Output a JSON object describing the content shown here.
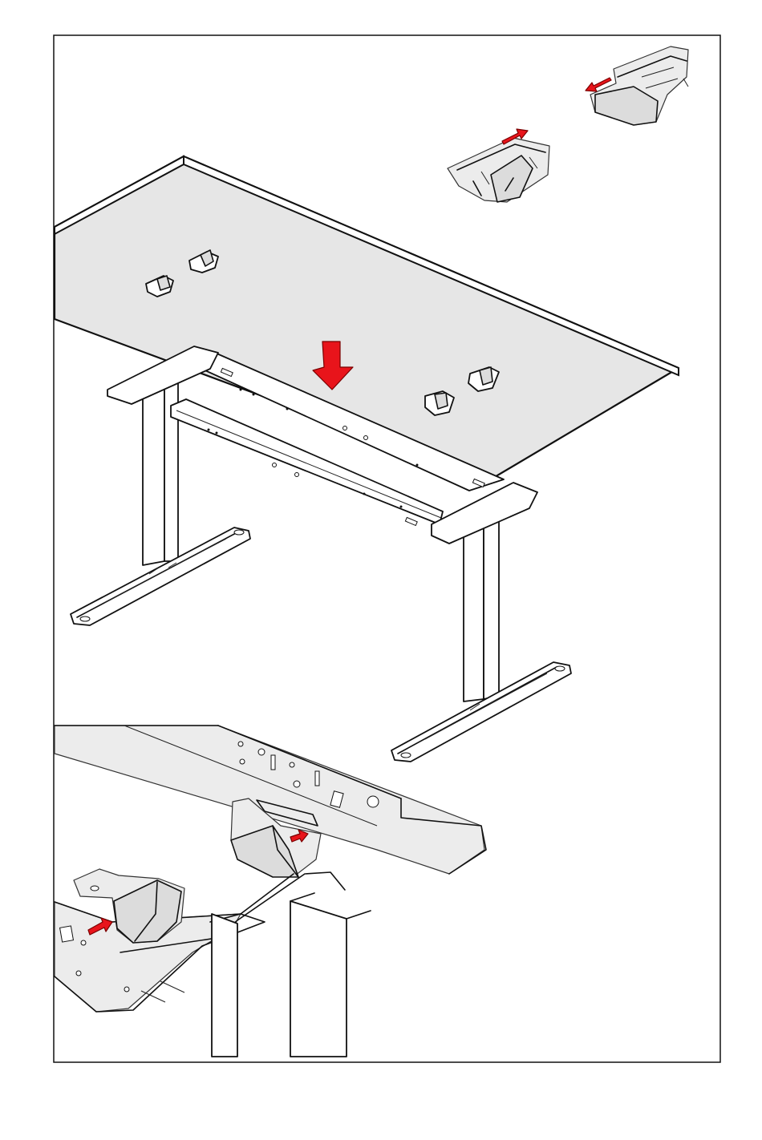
{
  "colors": {
    "arrow": "#e8141b",
    "tabletop": "#e6e6e6",
    "line": "#111111",
    "detail_fill": "#eeeeee"
  },
  "instruction_step": {
    "action": "place-frame-on-tabletop",
    "arrows": [
      "down-arrow-main",
      "slide-arrow-bracket-a",
      "slide-arrow-bracket-b",
      "slide-arrow-detail-a",
      "slide-arrow-detail-b"
    ]
  }
}
